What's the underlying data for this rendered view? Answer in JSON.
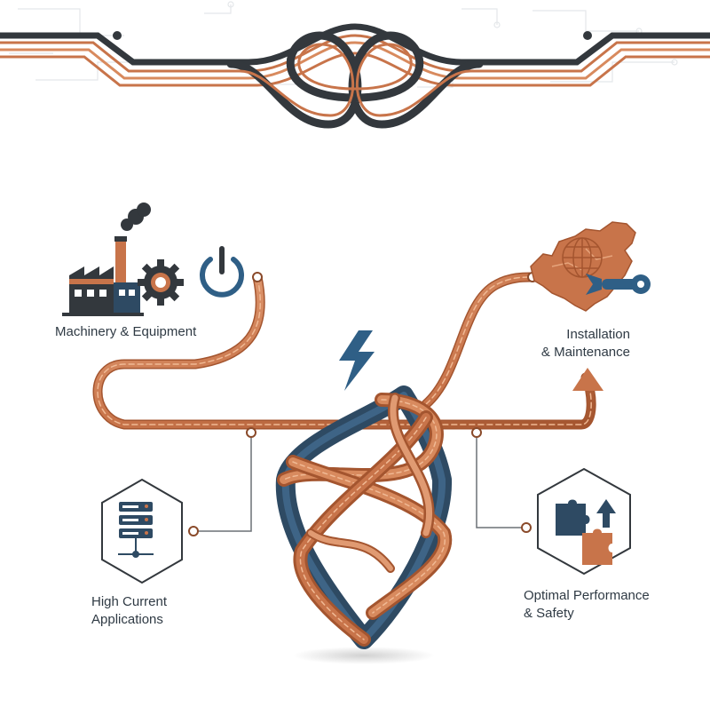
{
  "labels": {
    "machinery": "Machinery & Equipment",
    "installation_line1": "Installation",
    "installation_line2": "& Maintenance",
    "high_current_line1": "High Current",
    "high_current_line2": "Applications",
    "optimal_line1": "Optimal Performance",
    "optimal_line2": "& Safety"
  },
  "icons": {
    "machinery": [
      "factory-icon",
      "gear-icon",
      "power-icon"
    ],
    "installation": [
      "china-map-icon",
      "globe-icon",
      "wrench-icon"
    ],
    "high_current": [
      "server-icon",
      "network-icon"
    ],
    "optimal": [
      "puzzle-icon",
      "arrow-up-icon"
    ],
    "center": [
      "lightning-bolt-icon",
      "copper-cable-shield"
    ]
  },
  "colors": {
    "copper": "#c8744a",
    "copper_light": "#e09a72",
    "copper_dark": "#a4552f",
    "navy": "#2e4a63",
    "blue": "#2f5f86",
    "dark": "#33383d",
    "text": "#2f3a44",
    "circuit": "#e6e9ec"
  }
}
